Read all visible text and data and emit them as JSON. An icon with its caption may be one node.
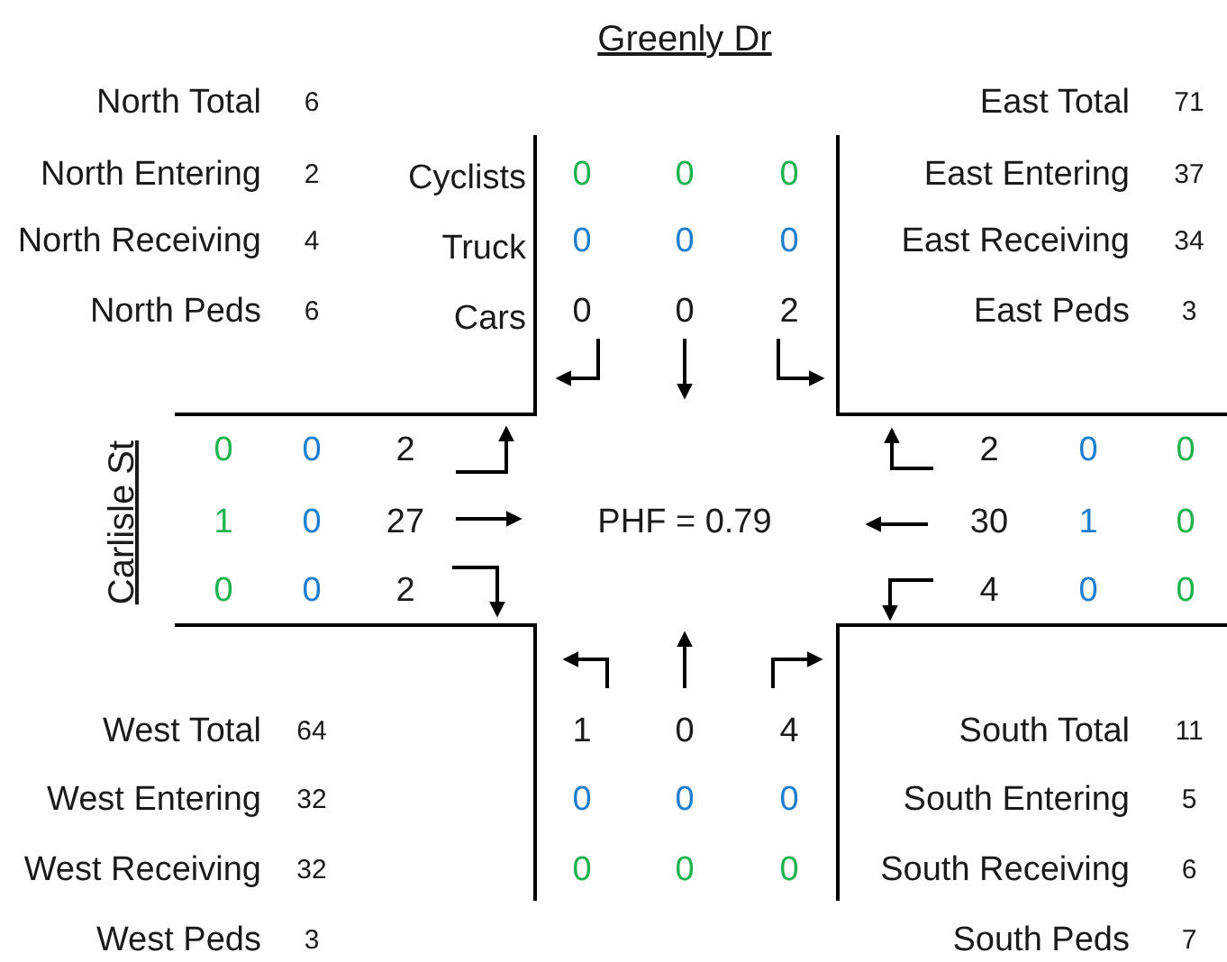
{
  "diagram": {
    "labels": [
      "Greenly Dr",
      "North Total",
      "6",
      "East Total",
      "71",
      "North Entering",
      "2",
      "Cyclists",
      "0",
      "0",
      "0",
      "East Entering",
      "37",
      "North Receiving",
      "4",
      "Truck",
      "0",
      "0",
      "0",
      "East Receiving",
      "34",
      "North Peds",
      "6",
      "Cars",
      "0",
      "0",
      "2",
      "East Peds",
      "3",
      "Carlisle St",
      "0",
      "0",
      "2",
      "2",
      "0",
      "0",
      "1",
      "0",
      "27",
      "PHF = 0.79",
      "30",
      "1",
      "0",
      "0",
      "0",
      "2",
      "4",
      "0",
      "0",
      "West Total",
      "64",
      "1",
      "0",
      "4",
      "South Total",
      "11",
      "West Entering",
      "32",
      "0",
      "0",
      "0",
      "South Entering",
      "5",
      "West Receiving",
      "32",
      "0",
      "0",
      "0",
      "South Receiving",
      "6",
      "West Peds",
      "3",
      "South Peds",
      "7"
    ]
  }
}
